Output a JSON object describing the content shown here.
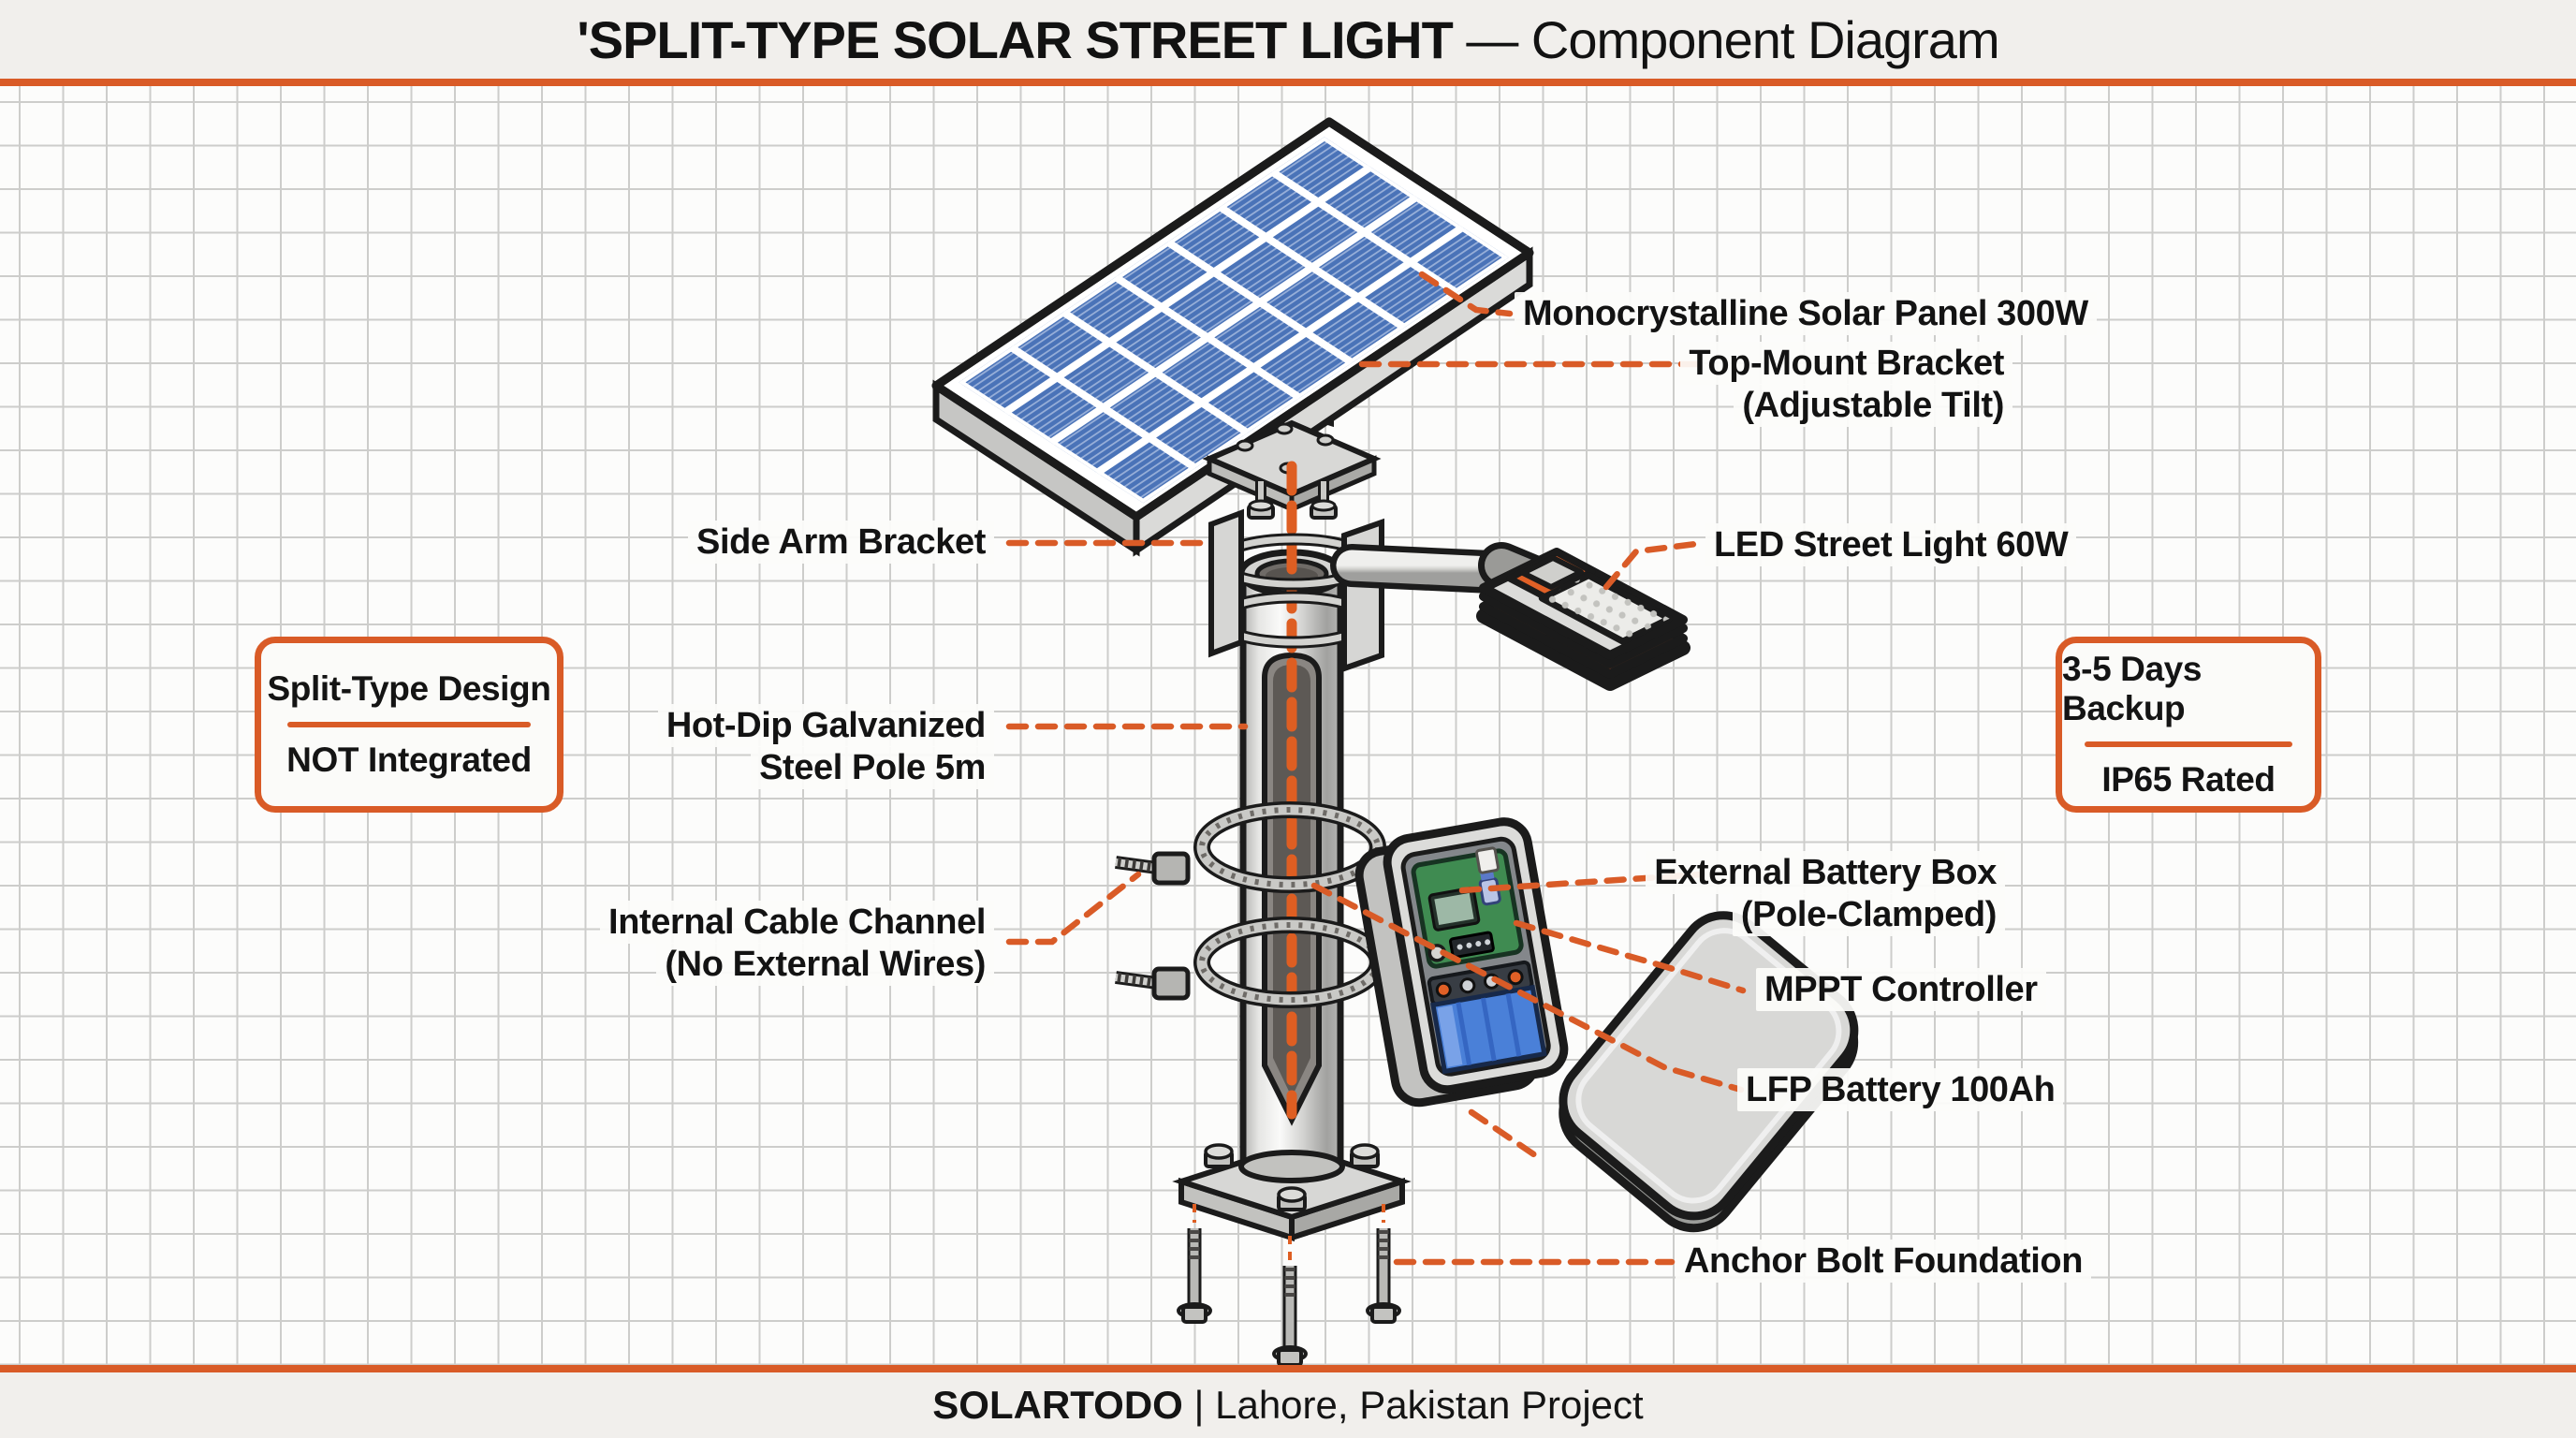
{
  "header": {
    "title_bold": "'SPLIT-TYPE SOLAR STREET LIGHT",
    "title_regular": " — Component Diagram"
  },
  "labels": {
    "solar_panel": "Monocrystalline Solar Panel 300W",
    "top_mount_l1": "Top-Mount Bracket",
    "top_mount_l2": "(Adjustable Tilt)",
    "side_arm": "Side Arm Bracket",
    "led_light": "LED Street Light 60W",
    "pole_l1": "Hot-Dip Galvanized",
    "pole_l2": "Steel Pole 5m",
    "cable_l1": "Internal Cable Channel",
    "cable_l2": "(No External Wires)",
    "battery_box_l1": "External Battery Box",
    "battery_box_l2": "(Pole-Clamped)",
    "mppt": "MPPT Controller",
    "lfp_battery": "LFP Battery 100Ah",
    "anchor": "Anchor Bolt Foundation"
  },
  "callout_left": {
    "top": "Split-Type Design",
    "bottom": "NOT Integrated"
  },
  "callout_right": {
    "top": "3-5 Days Backup",
    "bottom": "IP65 Rated"
  },
  "footer": {
    "brand": "SOLARTODO",
    "tagline": " | Lahore, Pakistan Project"
  },
  "colors": {
    "accent_orange": "#D95B27",
    "panel_cell_blue": "#4A73B8",
    "battery_blue": "#4A80D8",
    "pcb_green": "#3F8B51",
    "band_background": "#F1EFEC",
    "grid_line": "#CDCDCB"
  }
}
